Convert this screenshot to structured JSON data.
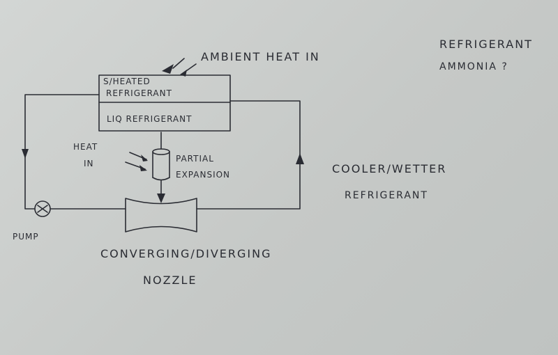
{
  "labels": {
    "ambient_heat_in": "AMBIENT HEAT IN",
    "refrigerant_title": "REFRIGERANT",
    "ammonia": "AMMONIA ?",
    "superheated_line1": "S/HEATED",
    "superheated_line2": "REFRIGERANT",
    "liquid_refrigerant": "LIQ REFRIGERANT",
    "heat_in_line1": "HEAT",
    "heat_in_line2": "IN",
    "partial_expansion_line1": "PARTIAL",
    "partial_expansion_line2": "EXPANSION",
    "cooler_wetter_line1": "COOLER/WETTER",
    "cooler_wetter_line2": "REFRIGERANT",
    "pump": "PUMP",
    "nozzle_line1": "CONVERGING/DIVERGING",
    "nozzle_line2": "NOZZLE"
  },
  "colors": {
    "ink": "#2a2c33",
    "paper": "#cfd2d0"
  }
}
